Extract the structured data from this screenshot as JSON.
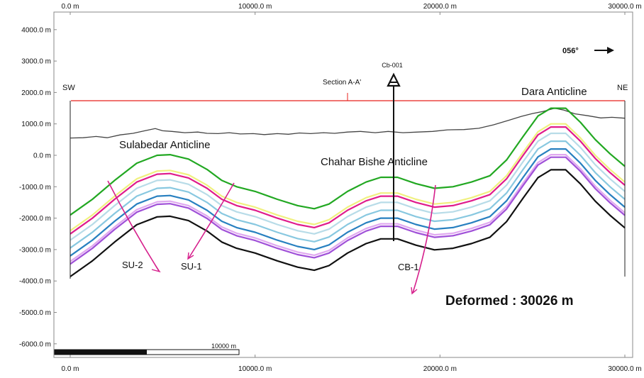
{
  "x_axis": {
    "ticks": [
      {
        "value": 0,
        "label": "0.0 m"
      },
      {
        "value": 10000,
        "label": "10000.0 m"
      },
      {
        "value": 20000,
        "label": "20000.0 m"
      },
      {
        "value": 30000,
        "label": "30000.0 m"
      }
    ]
  },
  "y_axis": {
    "ticks": [
      {
        "value": 4000,
        "label": "4000.0 m"
      },
      {
        "value": 3000,
        "label": "3000.0 m"
      },
      {
        "value": 2000,
        "label": "2000.0 m"
      },
      {
        "value": 1000,
        "label": "1000.0 m"
      },
      {
        "value": 0,
        "label": "0.0 m"
      },
      {
        "value": -1000,
        "label": "-1000.0 m"
      },
      {
        "value": -2000,
        "label": "-2000.0 m"
      },
      {
        "value": -3000,
        "label": "-3000.0 m"
      },
      {
        "value": -4000,
        "label": "-4000.0 m"
      },
      {
        "value": -5000,
        "label": "-5000.0 m"
      },
      {
        "value": -6000,
        "label": "-6000.0 m"
      }
    ]
  },
  "section": {
    "left_label": "SW",
    "right_label": "NE",
    "line_label": "Section A-A'",
    "line_color": "#e8201c"
  },
  "orientation": {
    "label": "056°",
    "icon": "arrow-right-icon"
  },
  "well": {
    "label": "Cb-001",
    "icon": "well-symbol-icon"
  },
  "structures": {
    "sulabedar": "Sulabedar Anticline",
    "chahar_bishe": "Chahar Bishe Anticline",
    "dara": "Dara Anticline"
  },
  "faults": [
    {
      "label": "SU-2",
      "color": "#d6208c"
    },
    {
      "label": "SU-1",
      "color": "#d6208c"
    },
    {
      "label": "CB-1",
      "color": "#d6208c"
    }
  ],
  "deformed_label": "Deformed : 30026 m",
  "scale_bar": {
    "label": "10000 m"
  },
  "horizons": [
    {
      "name": "horizon-1",
      "color": "#22a822",
      "offset": 0
    },
    {
      "name": "horizon-2",
      "color": "#f0f080",
      "offset": 500
    },
    {
      "name": "horizon-3",
      "color": "#e01c8c",
      "offset": 600
    },
    {
      "name": "horizon-4",
      "color": "#b8dce8",
      "offset": 800
    },
    {
      "name": "horizon-5",
      "color": "#88c8e0",
      "offset": 1050
    },
    {
      "name": "horizon-6",
      "color": "#2880c0",
      "offset": 1300
    },
    {
      "name": "horizon-7",
      "color": "#e0a8f0",
      "offset": 1480
    },
    {
      "name": "horizon-8",
      "color": "#a050d8",
      "offset": 1560
    },
    {
      "name": "horizon-9",
      "color": "#111111",
      "offset": 1960
    }
  ]
}
